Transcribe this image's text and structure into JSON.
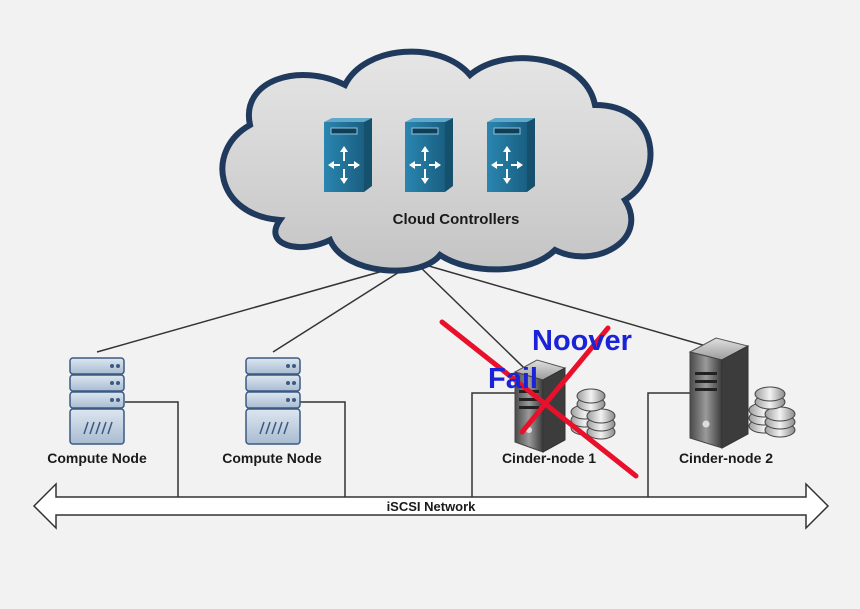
{
  "labels": {
    "cloud": "Cloud Controllers",
    "compute_1": "Compute Node",
    "compute_2": "Compute Node",
    "cinder_1": "Cinder-node 1",
    "cinder_2": "Cinder-node 2",
    "network": "iSCSI Network",
    "annotation_noover": "Noover",
    "annotation_fail": "Fail"
  },
  "colors": {
    "background": "#f2f2f2",
    "cloud_fill": "#d3d3d3",
    "cloud_stroke": "#1f3a5c",
    "controller_blue": "#1f6e93",
    "compute_blue": "#aebfd3",
    "cross_red": "#e8102a",
    "annotation_blue": "#1a23d6",
    "line": "#333333"
  },
  "icons": {
    "controller": "router-server-icon",
    "compute": "server-rack-icon",
    "cinder": "storage-server-icon",
    "database": "database-stack-icon",
    "failure": "red-cross-icon"
  }
}
